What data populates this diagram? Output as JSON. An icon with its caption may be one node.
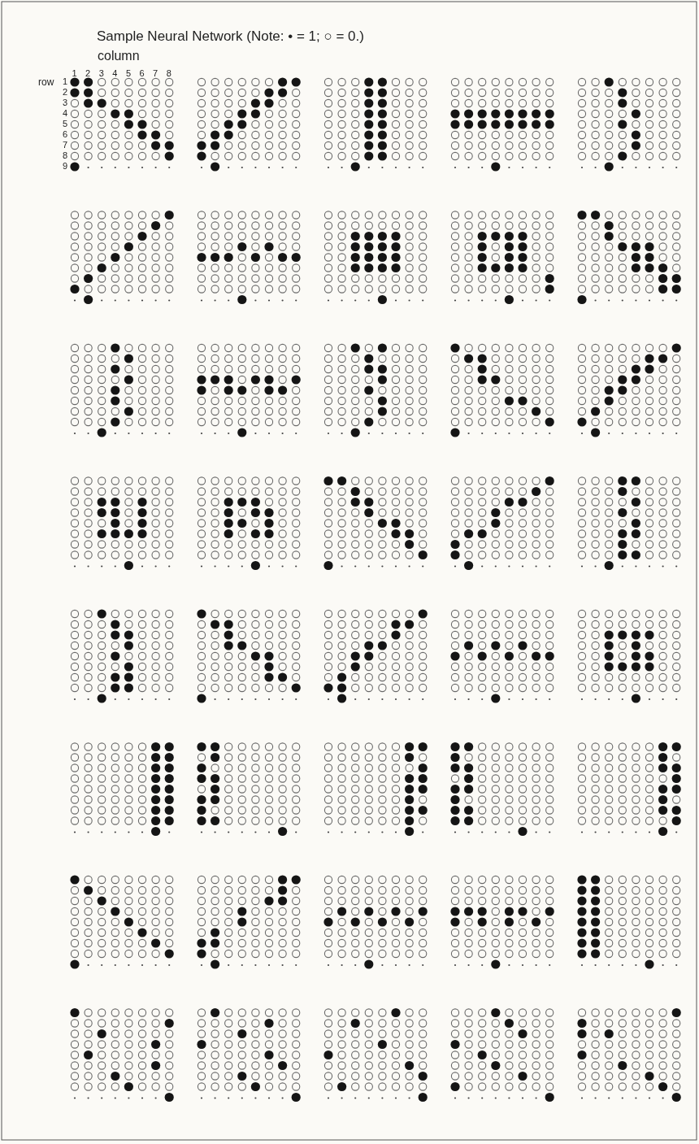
{
  "diagram": {
    "title": "Sample Neural Network (Note: • = 1; ○ = 0.)",
    "labels": [
      "column",
      "1",
      "2",
      "3",
      "4",
      "5",
      "6",
      "7",
      "8",
      "row",
      "1",
      "2",
      "3",
      "4",
      "5",
      "6",
      "7",
      "8",
      "9"
    ]
  }
}
